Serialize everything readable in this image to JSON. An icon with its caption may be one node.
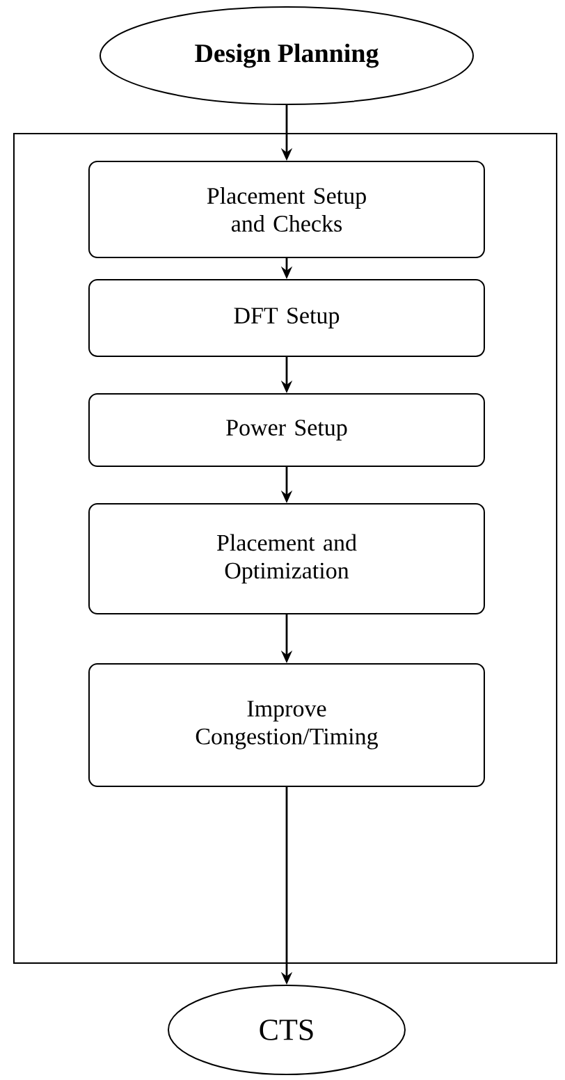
{
  "diagram": {
    "nodes": [
      {
        "text": [
          "Design Planning"
        ]
      },
      {
        "text": [],
        "shape": "box"
      },
      {
        "text": [
          "Placement Setup and Checks"
        ],
        "in": 1
      },
      {
        "text": [
          "DFT Setup"
        ],
        "in": 1
      },
      {
        "text": [
          "Power Setup"
        ],
        "in": 1
      },
      {
        "text": [
          "Placement and Optimization"
        ],
        "in": 1
      },
      {
        "text": [
          "Improve Congestion/Timing"
        ],
        "in": 1
      },
      {
        "text": [
          "CTS"
        ]
      }
    ],
    "edges": [
      {
        "from": 0,
        "to": 2,
        "arrow": "to"
      },
      {
        "from": 2,
        "to": 3,
        "arrow": "to"
      },
      {
        "from": 3,
        "to": 4,
        "arrow": "to"
      },
      {
        "from": 4,
        "to": 5,
        "arrow": "to"
      },
      {
        "from": 5,
        "to": 6,
        "arrow": "to"
      },
      {
        "from": 6,
        "to": 7,
        "arrow": "to"
      }
    ]
  }
}
